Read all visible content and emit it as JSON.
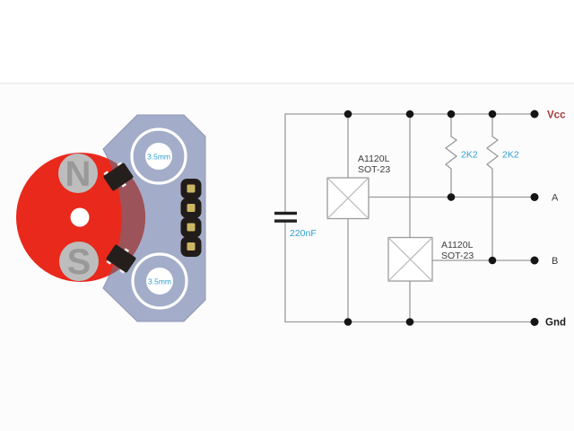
{
  "product_image": {
    "background": "#ffffff",
    "divider_color": "#ececec"
  },
  "module": {
    "pcb": {
      "color": "#a3adc9",
      "edge_color": "#8f99b5",
      "holes": [
        {
          "label": "3.5mm"
        },
        {
          "label": "3.5mm"
        }
      ],
      "hole_label_color": "#2f9fd0",
      "header_pin_count": 4,
      "header_color": "#211c19",
      "header_pad_color": "#ccb665"
    },
    "magnet": {
      "disc_color": "#e8291c",
      "overlap_color": "#9c5359",
      "pole_circle_color": "#bdbdbd",
      "pole_letter_color": "#999999",
      "north_label": "N",
      "south_label": "S"
    },
    "smd_color": "#241f1c"
  },
  "schematic": {
    "wire_color": "#9b9b9b",
    "dot_color": "#151515",
    "box_fill": "#ffffff",
    "box_stroke": "#9b9b9b",
    "box_cross_stroke": "#b8b8b8",
    "rails": {
      "vcc": {
        "text": "Vcc",
        "color": "#a63a3a"
      },
      "gnd": {
        "text": "Gnd",
        "color": "#1d1d1d"
      }
    },
    "outputs": {
      "a": {
        "text": "A",
        "color": "#3d3d3d"
      },
      "b": {
        "text": "B",
        "color": "#3d3d3d"
      }
    },
    "capacitor": {
      "value": "220nF",
      "color": "#2f9fd0"
    },
    "resistors": [
      {
        "value": "2K2",
        "color": "#2f9fd0"
      },
      {
        "value": "2K2",
        "color": "#2f9fd0"
      }
    ],
    "sensors": [
      {
        "part": "A1120L",
        "package": "SOT-23",
        "color": "#3d3d3d"
      },
      {
        "part": "A1120L",
        "package": "SOT-23",
        "color": "#3d3d3d"
      }
    ]
  }
}
